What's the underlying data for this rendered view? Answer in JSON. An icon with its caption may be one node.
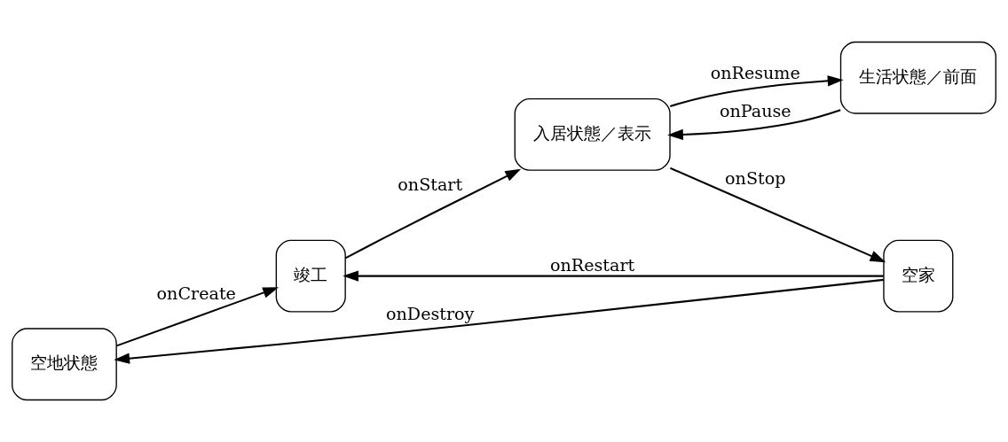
{
  "diagram": {
    "nodes": [
      {
        "text": [
          "空地状態"
        ]
      },
      {
        "text": [
          "竣工"
        ]
      },
      {
        "text": [
          "入居状態／表示"
        ]
      },
      {
        "text": [
          "生活状態／前面"
        ]
      },
      {
        "text": [
          "空家"
        ]
      }
    ],
    "edges": [
      {
        "from": 0,
        "to": 1,
        "label": "onCreate",
        "arrow": "to"
      },
      {
        "from": 1,
        "to": 2,
        "label": "onStart",
        "arrow": "to"
      },
      {
        "from": 2,
        "to": 3,
        "label": "onResume",
        "arrow": "to"
      },
      {
        "from": 3,
        "to": 2,
        "label": "onPause",
        "arrow": "to"
      },
      {
        "from": 2,
        "to": 4,
        "label": "onStop",
        "arrow": "to"
      },
      {
        "from": 4,
        "to": 0,
        "label": "onDestroy",
        "arrow": "to"
      },
      {
        "from": 4,
        "to": 1,
        "label": "onRestart",
        "arrow": "to"
      }
    ]
  }
}
